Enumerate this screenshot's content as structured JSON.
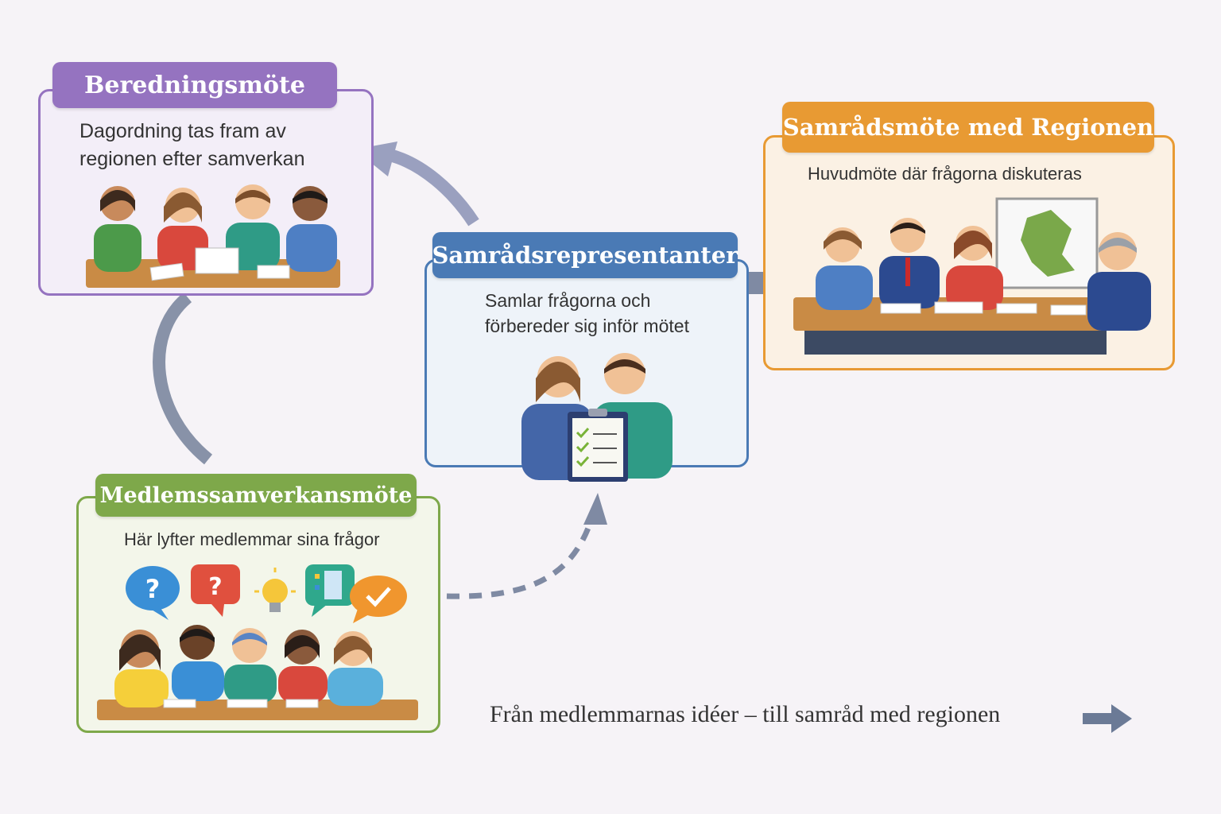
{
  "colors": {
    "purple": "#9573c0",
    "blue": "#4a7ab5",
    "orange": "#e89a33",
    "green": "#7ea84a",
    "arrow_gray": "#7f8aa3"
  },
  "steps": {
    "beredning": {
      "title": "Beredningsmöte",
      "desc_line1": "Dagordning tas fram av",
      "desc_line2": "regionen efter samverkan"
    },
    "representanter": {
      "title": "Samrådsrepresentanter",
      "desc_line1": "Samlar frågorna och",
      "desc_line2": "förbereder sig inför mötet"
    },
    "samradsmote": {
      "title": "Samrådsmöte med Regionen",
      "desc": "Huvudmöte där frågorna diskuteras"
    },
    "medlemssamverkan": {
      "title": "Medlemssamverkansmöte",
      "desc": "Här lyfter medlemmar sina frågor"
    }
  },
  "footer": {
    "text": "Från medlemmarnas idéer – till samråd med regionen"
  },
  "icons": {
    "question_bubble_1": "?",
    "question_bubble_2": "?"
  }
}
